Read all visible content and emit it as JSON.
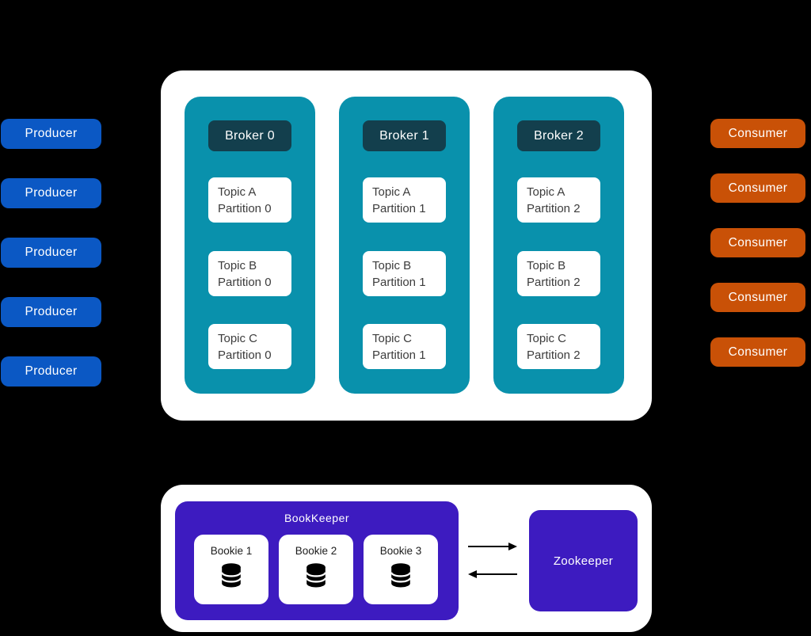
{
  "producers": [
    {
      "label": "Producer"
    },
    {
      "label": "Producer"
    },
    {
      "label": "Producer"
    },
    {
      "label": "Producer"
    },
    {
      "label": "Producer"
    }
  ],
  "consumers": [
    {
      "label": "Consumer"
    },
    {
      "label": "Consumer"
    },
    {
      "label": "Consumer"
    },
    {
      "label": "Consumer"
    },
    {
      "label": "Consumer"
    }
  ],
  "cluster": {
    "brokers": [
      {
        "name": "Broker 0",
        "topics": [
          {
            "topic": "Topic A",
            "partition": "Partition 0"
          },
          {
            "topic": "Topic B",
            "partition": "Partition 0"
          },
          {
            "topic": "Topic C",
            "partition": "Partition 0"
          }
        ]
      },
      {
        "name": "Broker 1",
        "topics": [
          {
            "topic": "Topic A",
            "partition": "Partition 1"
          },
          {
            "topic": "Topic B",
            "partition": "Partition 1"
          },
          {
            "topic": "Topic C",
            "partition": "Partition 1"
          }
        ]
      },
      {
        "name": "Broker 2",
        "topics": [
          {
            "topic": "Topic A",
            "partition": "Partition 2"
          },
          {
            "topic": "Topic B",
            "partition": "Partition 2"
          },
          {
            "topic": "Topic C",
            "partition": "Partition 2"
          }
        ]
      }
    ]
  },
  "storage": {
    "bookkeeper": {
      "title": "BookKeeper",
      "bookies": [
        {
          "label": "Bookie 1",
          "icon": "database-icon"
        },
        {
          "label": "Bookie 2",
          "icon": "database-icon"
        },
        {
          "label": "Bookie 3",
          "icon": "database-icon"
        }
      ]
    },
    "zookeeper": {
      "label": "Zookeeper"
    }
  },
  "colors": {
    "background": "#000000",
    "panel": "#ffffff",
    "producer_blue": "#0b58c4",
    "consumer_orange": "#c95107",
    "broker_teal": "#0991ac",
    "broker_header_dark_teal": "#133f4d",
    "storage_purple": "#3d1bc0",
    "topic_text": "#3c3c3c",
    "arrow_black": "#000000"
  }
}
